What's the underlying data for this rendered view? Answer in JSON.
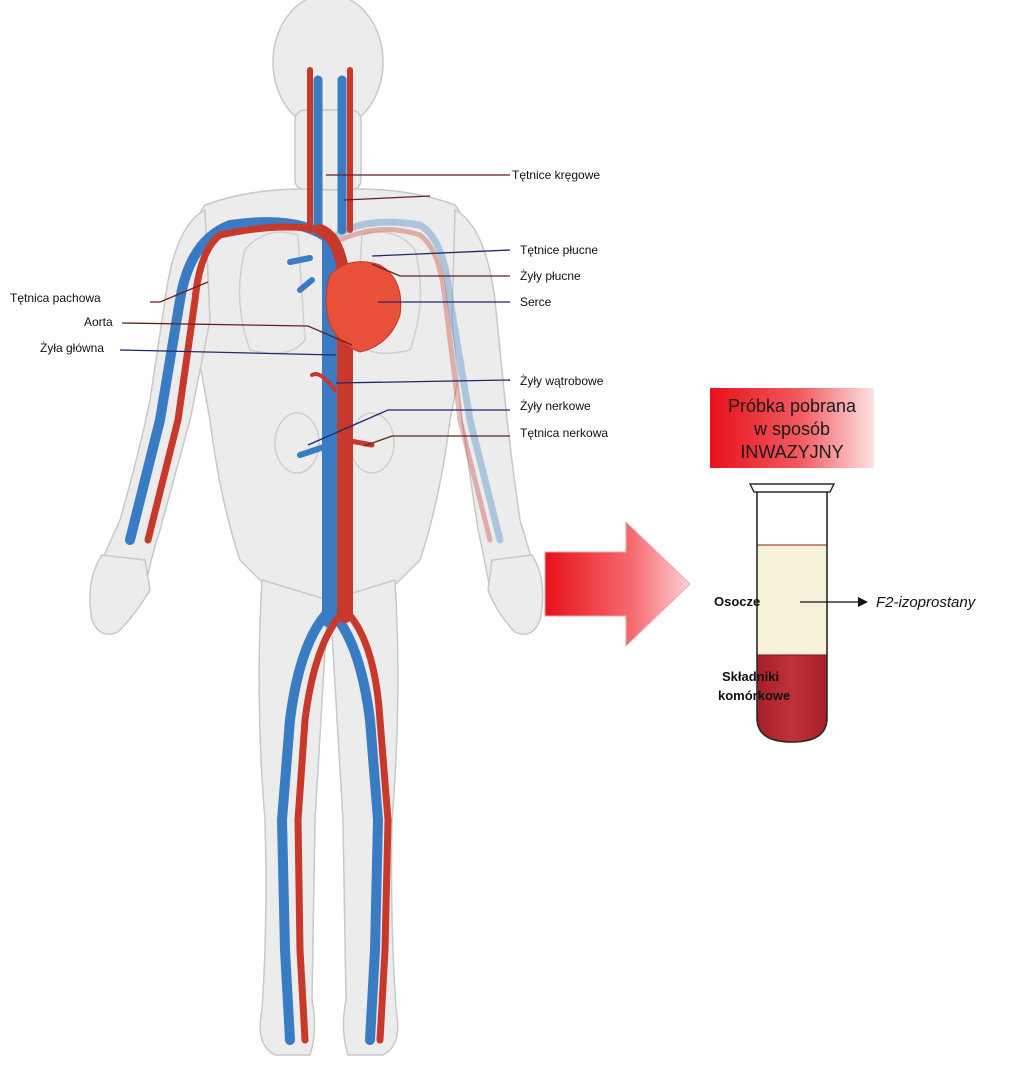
{
  "labels": {
    "vertebral_arteries": "Tętnice kręgowe",
    "pulmonary_arteries": "Tętnice płucne",
    "pulmonary_veins": "Żyły płucne",
    "heart": "Serce",
    "axillary_artery": "Tętnica pachowa",
    "aorta": "Aorta",
    "vena_cava": "Żyła główna",
    "hepatic_veins": "Żyły wątrobowe",
    "renal_veins": "Żyły nerkowe",
    "renal_artery": "Tętnica nerkowa"
  },
  "sample_box": {
    "line1": "Próbka pobrana",
    "line2": "w sposób",
    "line3": "INWAZYJNY"
  },
  "tube": {
    "plasma_label": "Osocze",
    "cells_line1": "Składniki",
    "cells_line2": "komórkowe",
    "marker": "F2-izoprostany"
  },
  "colors": {
    "artery": "#c9392b",
    "vein": "#3a7cc4",
    "heart": "#e8503a",
    "body": "#ececec",
    "arrow": "#e8101a",
    "plasma": "#f7f1da",
    "cells": "#b8272e"
  }
}
